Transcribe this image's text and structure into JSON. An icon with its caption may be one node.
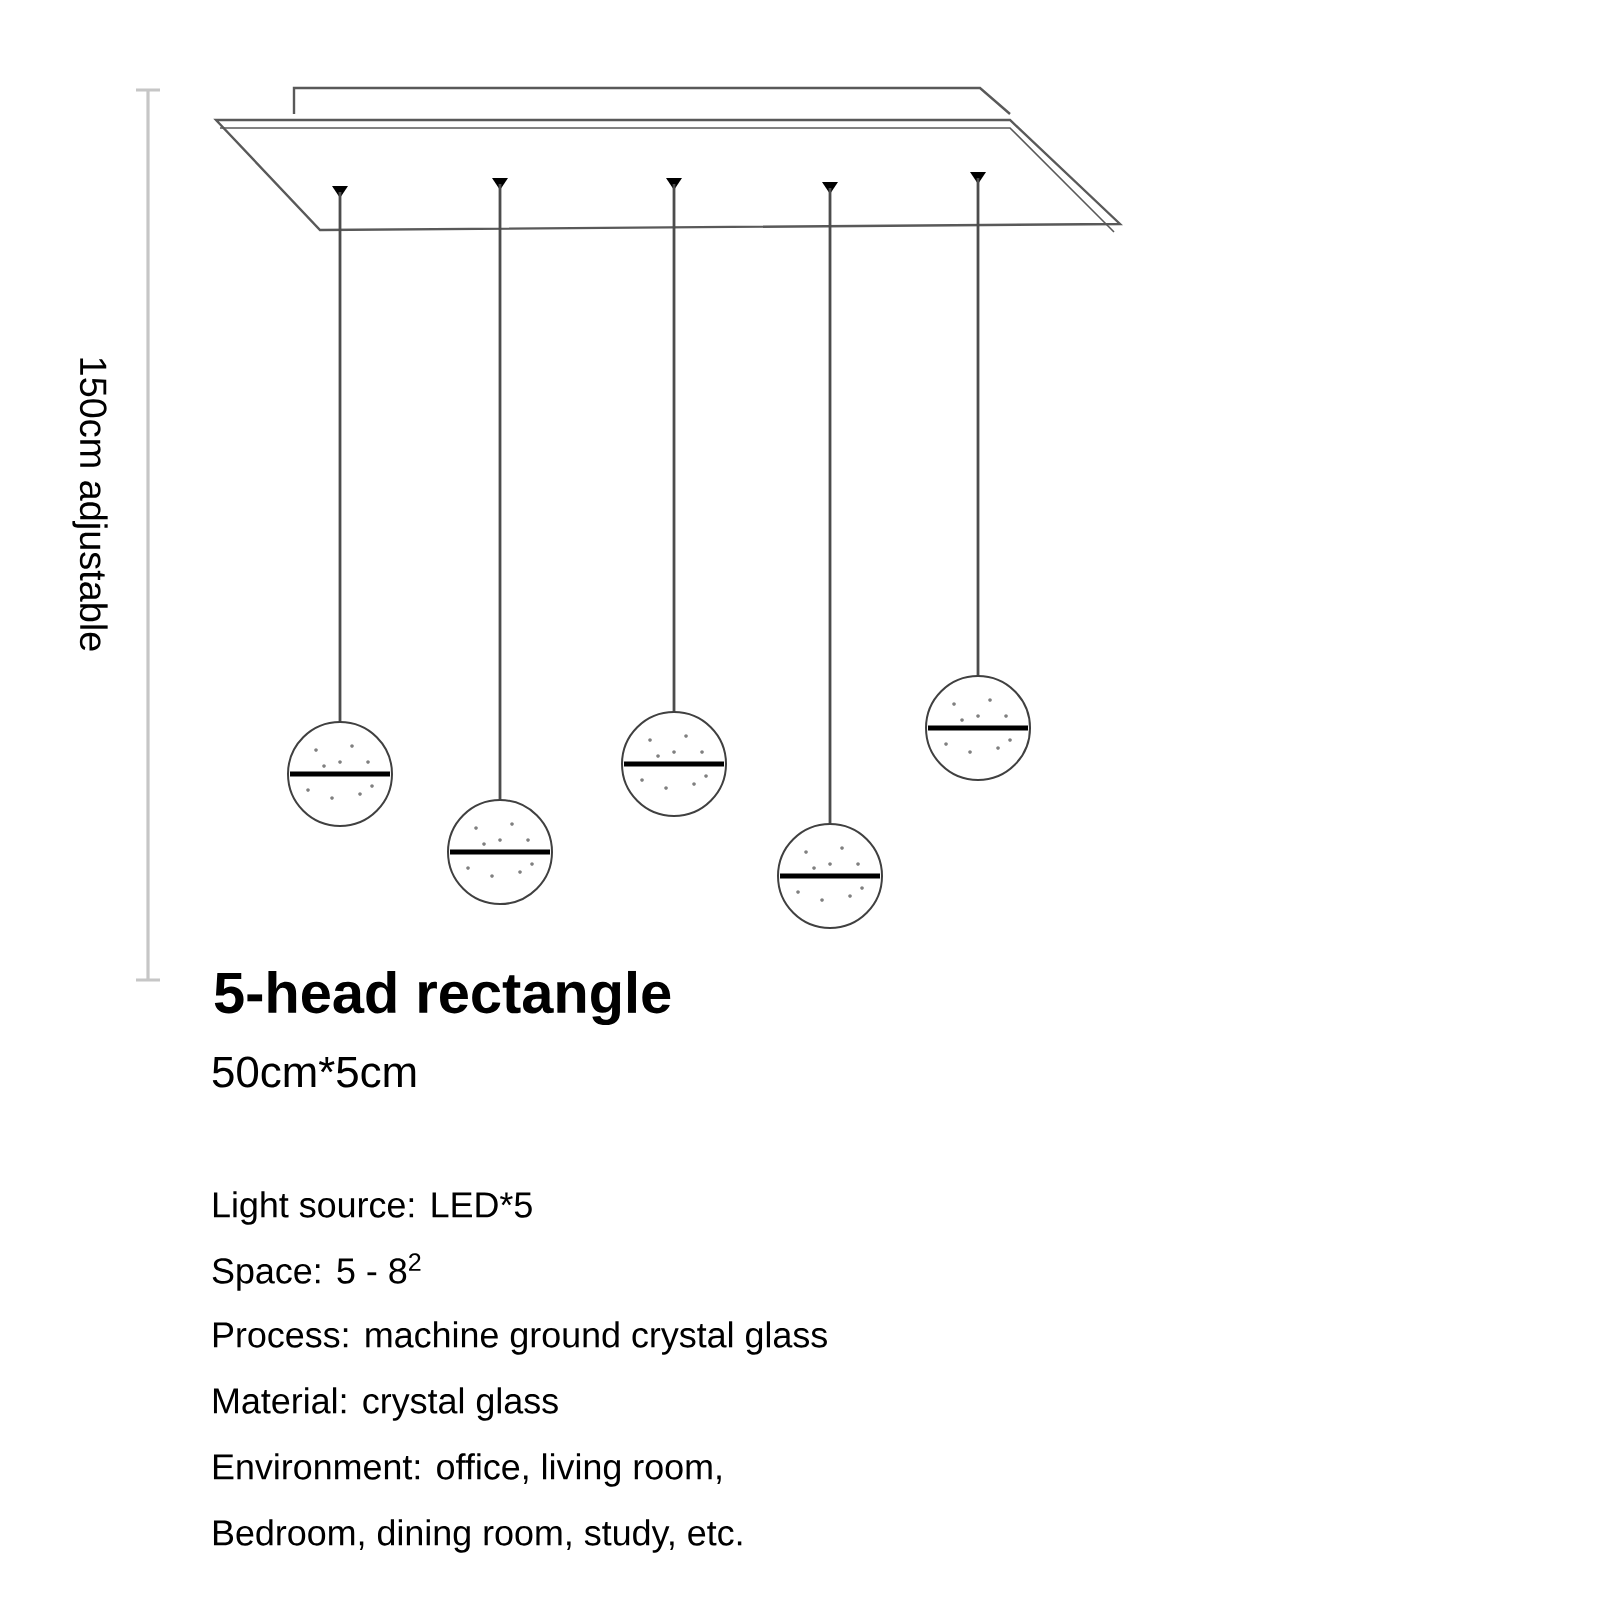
{
  "diagram": {
    "title": "5-head rectangle",
    "labels": [
      "150cm adjustable",
      "50cm*5cm",
      "Light source: LED*5",
      "Space: 5 - 8$^{2}$",
      "Process: machine ground crystal glass",
      "Material: crystal glass",
      "Environment: office, living room,",
      "Bedroom, dining room, study, etc."
    ]
  }
}
